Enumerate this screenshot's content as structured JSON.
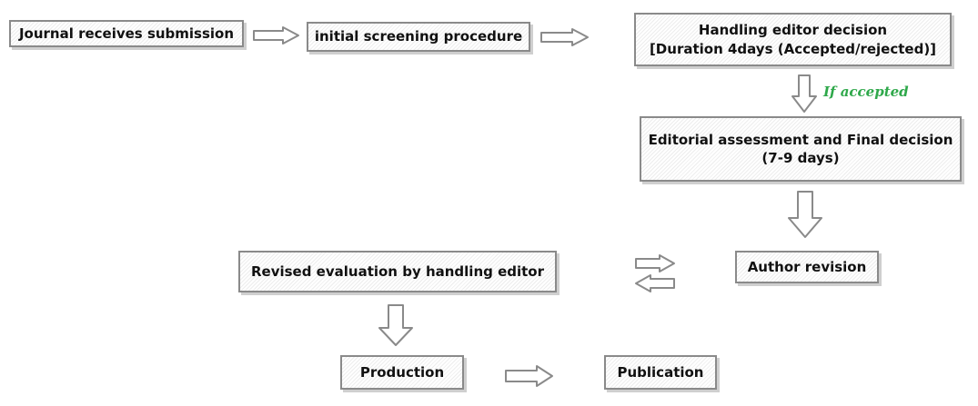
{
  "nodes": {
    "journal_receives": "Journal receives submission",
    "initial_screening": "initial screening procedure",
    "handling_editor": {
      "line1": "Handling editor decision",
      "line2": "[Duration 4days (Accepted/rejected)]"
    },
    "editorial_assessment": {
      "line1": "Editorial assessment and Final decision",
      "line2": "(7-9 days)"
    },
    "author_revision": "Author revision",
    "revised_evaluation": "Revised evaluation by handling editor",
    "production": "Production",
    "publication": "Publication"
  },
  "annotations": {
    "if_accepted": "If accepted"
  },
  "colors": {
    "accent_green": "#2ea84a",
    "border": "#8a8a8a"
  }
}
